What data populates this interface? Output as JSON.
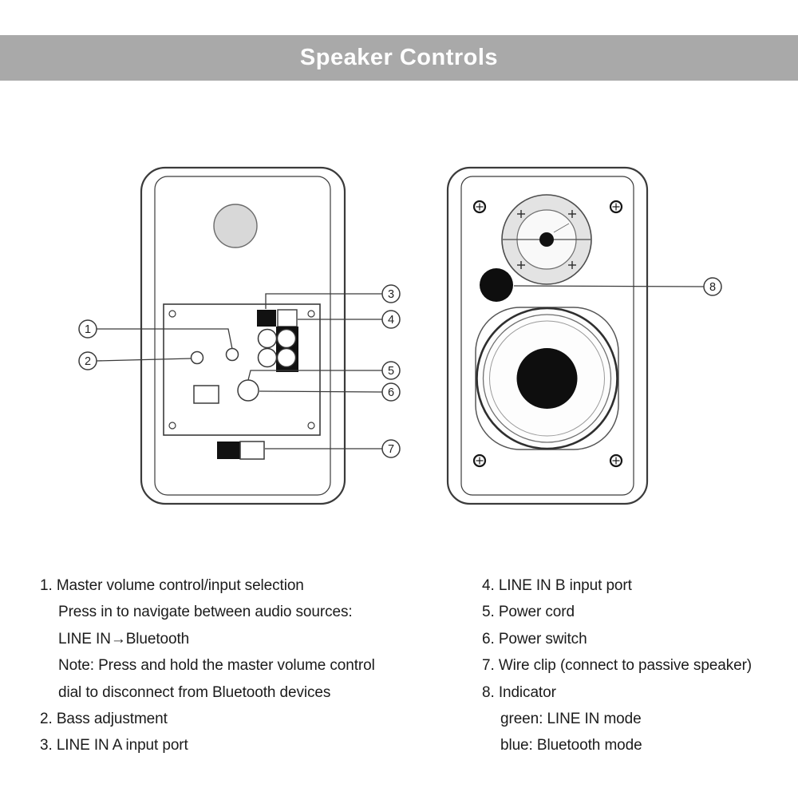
{
  "header": {
    "title": "Speaker Controls",
    "bg_color": "#a9a9a9",
    "text_color": "#ffffff"
  },
  "diagram": {
    "line_color": "#3b3b3b",
    "callouts": [
      "1",
      "2",
      "3",
      "4",
      "5",
      "6",
      "7",
      "8"
    ]
  },
  "legend": {
    "left": [
      "1. Master volume control/input selection",
      "Press in to navigate between audio sources:",
      "LINE IN→Bluetooth",
      "Note: Press and hold the master volume control",
      "dial to disconnect from Bluetooth devices",
      "2. Bass adjustment",
      "3. LINE IN A input port"
    ],
    "right": [
      "4. LINE IN B input port",
      "5. Power cord",
      "6. Power switch",
      "7. Wire clip (connect to passive speaker)",
      "8. Indicator",
      "green: LINE IN mode",
      "blue: Bluetooth mode"
    ]
  }
}
